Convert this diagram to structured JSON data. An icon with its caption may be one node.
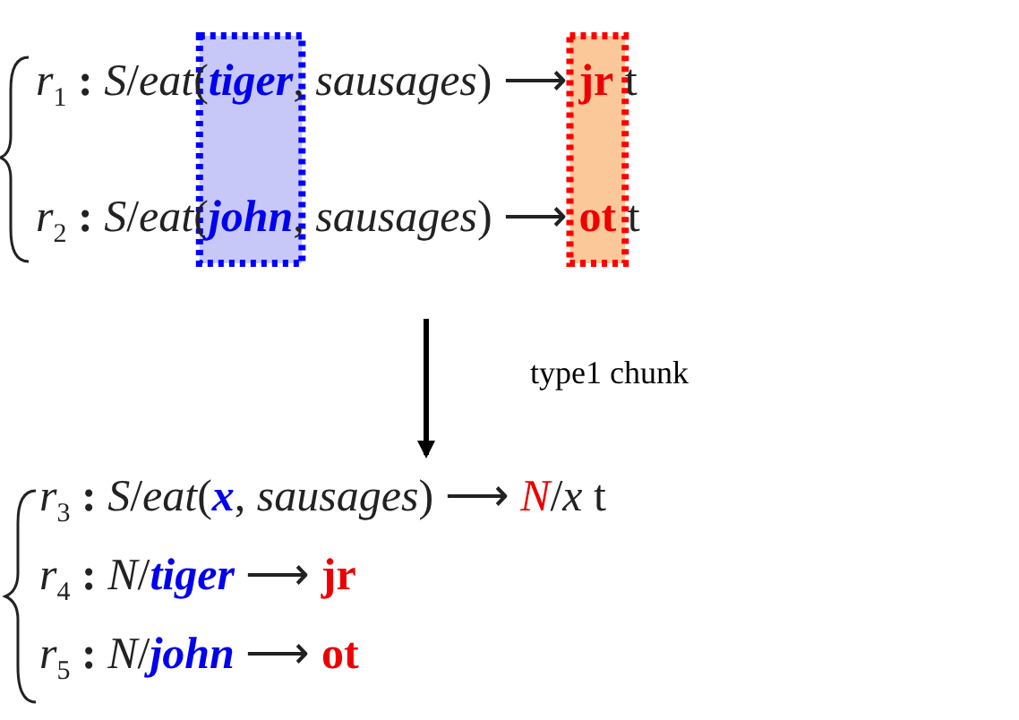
{
  "diagram": {
    "nodes": [
      {
        "text": [
          "*r*$_{1}$ **:** *S*/*eat*(**tiger**, *sausages*) ⟶ **jr** t",
          "*r*$_{2}$ **:** *S*/*eat*(**john**, *sausages*) ⟶ **ot** t"
        ]
      },
      {
        "text": [
          "*r*$_{3}$ **:** *S*/*eat*(**x**, *sausages*) ⟶ *N*/*x* t",
          "*r*$_{4}$ **:** *N*/**tiger** ⟶ **jr**",
          "*r*$_{5}$ **:** *N*/**john** ⟶ **ot**"
        ]
      }
    ],
    "edges": [
      {
        "from": 0,
        "to": 1,
        "arrow": "to",
        "label": "type1 chunk"
      }
    ]
  }
}
